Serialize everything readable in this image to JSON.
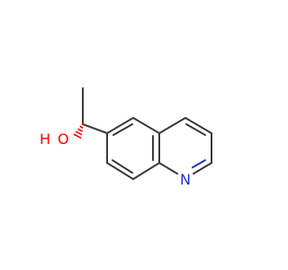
{
  "molecule": {
    "atoms": {
      "oxygen": {
        "label": "O",
        "color": "#ff0000"
      },
      "hydrogen": {
        "label": "H",
        "color": "#ff0000"
      },
      "nitrogen": {
        "label": "N",
        "color": "#1f2fd1"
      }
    },
    "colors": {
      "bond": "#3a3a3a",
      "stereo_hash": "#ff0000"
    }
  }
}
